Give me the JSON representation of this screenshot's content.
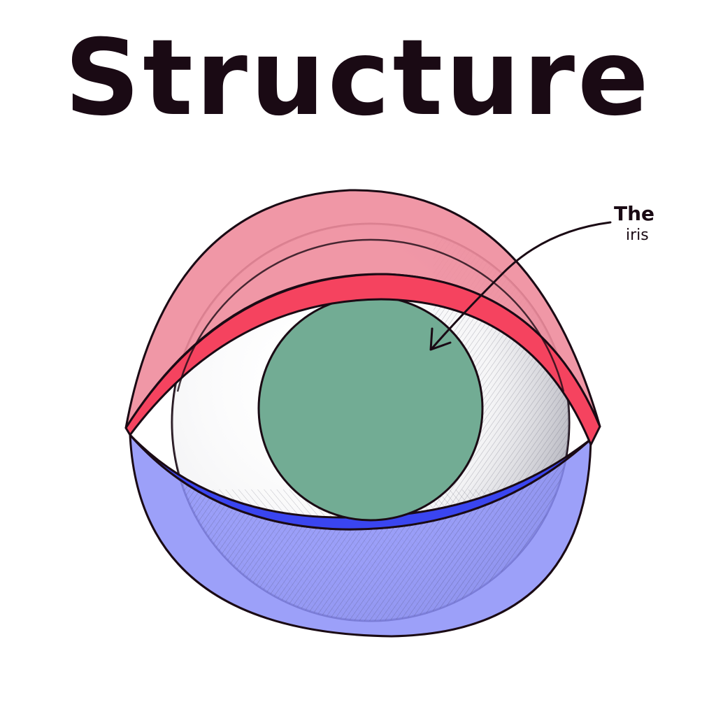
{
  "title": "Structure",
  "callout": {
    "line1": "The",
    "line2": "iris"
  },
  "colors": {
    "background": "#ffffff",
    "outline": "#1a0a14",
    "upper_lid_light": "#ee8c9c",
    "upper_lid_edge": "#f5435f",
    "lower_lid_light": "#8b8ff8",
    "lower_lid_edge": "#3a45f0",
    "iris": "#72ac94",
    "sclera": "#ffffff",
    "eyeball_shading": "#3c3c50"
  },
  "icons": {
    "arrow": "arrow-pointing-to-iris"
  }
}
